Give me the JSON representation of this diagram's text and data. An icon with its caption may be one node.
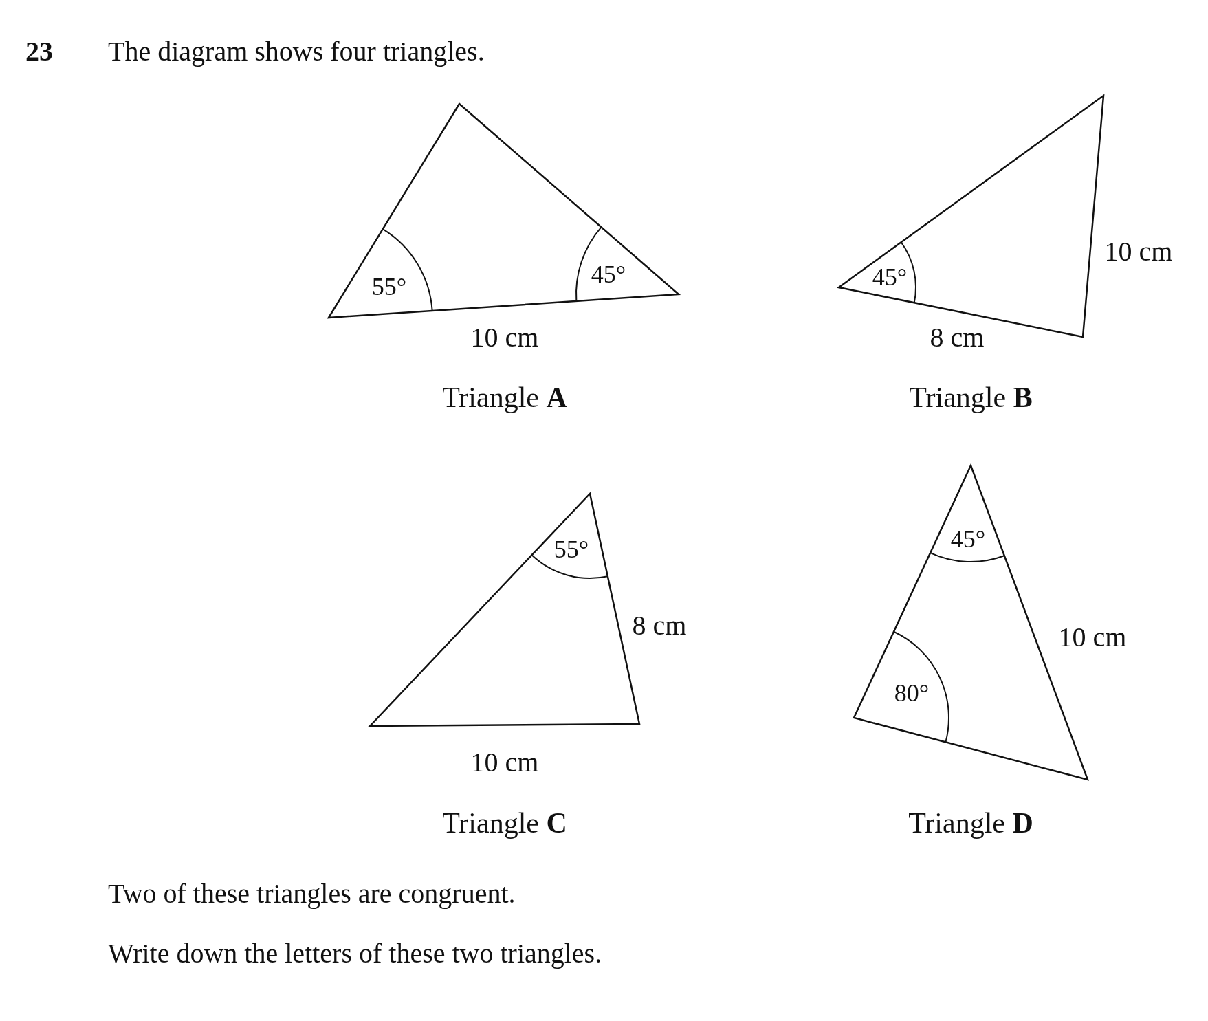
{
  "diagram": {
    "title": "The diagram shows four triangles.",
    "nodes": [
      {
        "text": [
          "55°",
          "45°"
        ],
        "beside": [
          "10 cm",
          "Triangle **A**"
        ]
      },
      {
        "text": [
          "45°"
        ],
        "beside": [
          "10 cm",
          "8 cm",
          "Triangle **B**"
        ]
      },
      {
        "text": [
          "55°"
        ],
        "beside": [
          "8 cm",
          "10 cm",
          "Triangle **C**"
        ]
      },
      {
        "text": [
          "45°",
          "80°"
        ],
        "beside": [
          "10 cm",
          "Triangle **D**"
        ]
      }
    ],
    "labels": [
      "23",
      "Two of these triangles are congruent.",
      "Write down the letters of these two triangles."
    ]
  }
}
